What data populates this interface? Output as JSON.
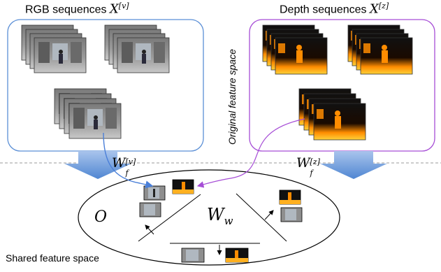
{
  "rgb_panel": {
    "title": "RGB sequences",
    "symbol": "X",
    "superscript": "[v]"
  },
  "depth_panel": {
    "title": "Depth sequences",
    "symbol": "X",
    "superscript": "[z]"
  },
  "original_space_label": "Original feature space",
  "shared_space_label": "Shared feature space",
  "projection_rgb": {
    "symbol": "W",
    "subscript": "f",
    "superscript": "[v]"
  },
  "projection_depth": {
    "symbol": "W",
    "subscript": "f",
    "superscript": "[z]"
  },
  "ellipse": {
    "left_label": "O",
    "center_symbol": "W",
    "center_subscript": "w"
  },
  "colors": {
    "rgb_border": "#5b8fd6",
    "depth_border": "#a64dd6",
    "down_arrow": "#6d9ad6",
    "rgb_link": "#4a7fd8",
    "depth_link": "#a64dd6",
    "dashed_divider": "#999999",
    "depth_orange": "#ff8c00",
    "depth_yellow": "#ffd23a"
  }
}
